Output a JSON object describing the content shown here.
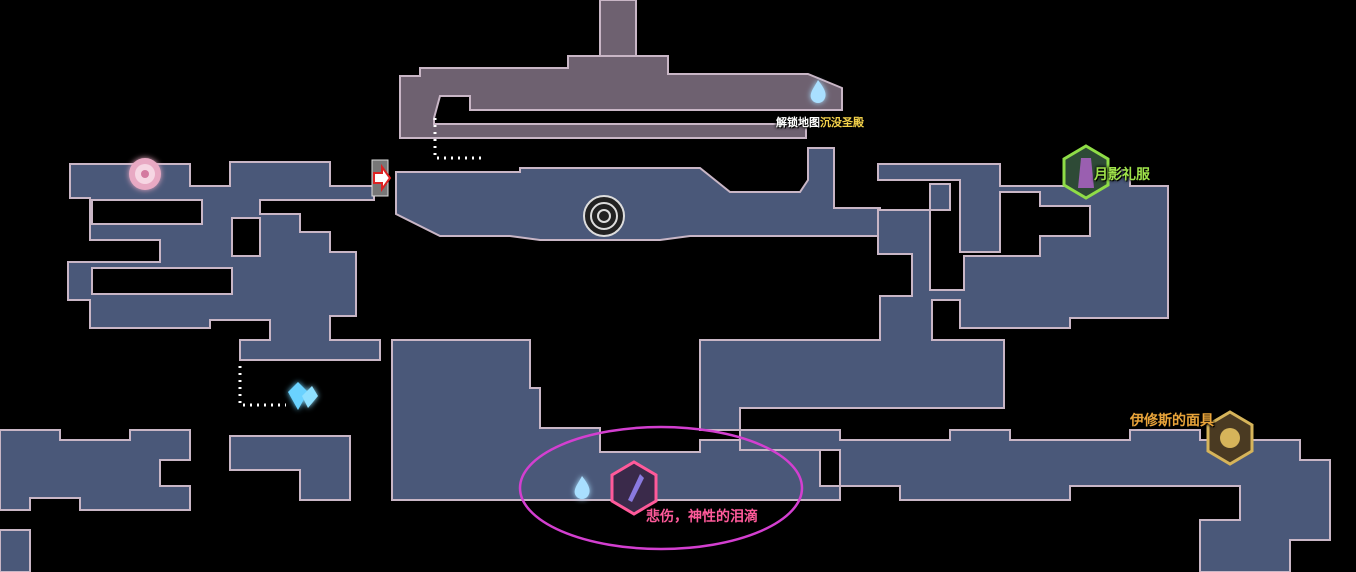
{
  "map": {
    "colors": {
      "background": "#000000",
      "room_fill": "#4a5879",
      "room_edge": "#c9b6c6",
      "corridor_fill": "#6e6170",
      "highlight_circle": "#d33fd0"
    },
    "labels": {
      "unlock_prefix": "解锁地图",
      "unlock_area": "沉没圣殿",
      "moon_outfit": "月影礼服",
      "mask": "伊修斯的面具",
      "tear": "悲伤，神性的泪滴"
    },
    "icons": {
      "save_point": "blue-flame-save-icon",
      "rose": "rose-icon",
      "transition": "red-arrow-door-icon",
      "seal": "spiral-seal-icon",
      "crystal": "blue-crystal-icon",
      "outfit": "moon-shadow-dress-icon",
      "mask": "golden-mask-icon",
      "tear": "sorrow-tear-relic-icon"
    }
  }
}
